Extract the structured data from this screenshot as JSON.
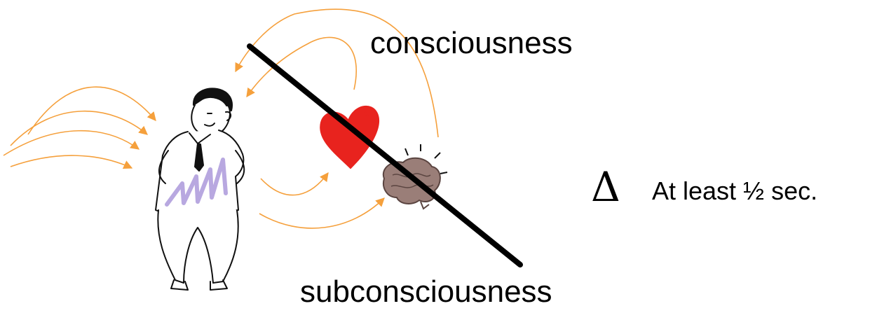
{
  "labels": {
    "conscious": "consciousness",
    "subconscious": "subconsciousness",
    "delta_symbol": "Δ",
    "duration": "At least ½ sec."
  },
  "colors": {
    "arrow": "#f5a03c",
    "divider": "#000000",
    "heart": "#e8231e",
    "brain": "#9a7e78",
    "shirt_scribble": "#b8a8e0"
  },
  "icons": {
    "person": "person-with-hands-behind-back",
    "heart": "heart-icon",
    "brain": "brain-icon"
  }
}
